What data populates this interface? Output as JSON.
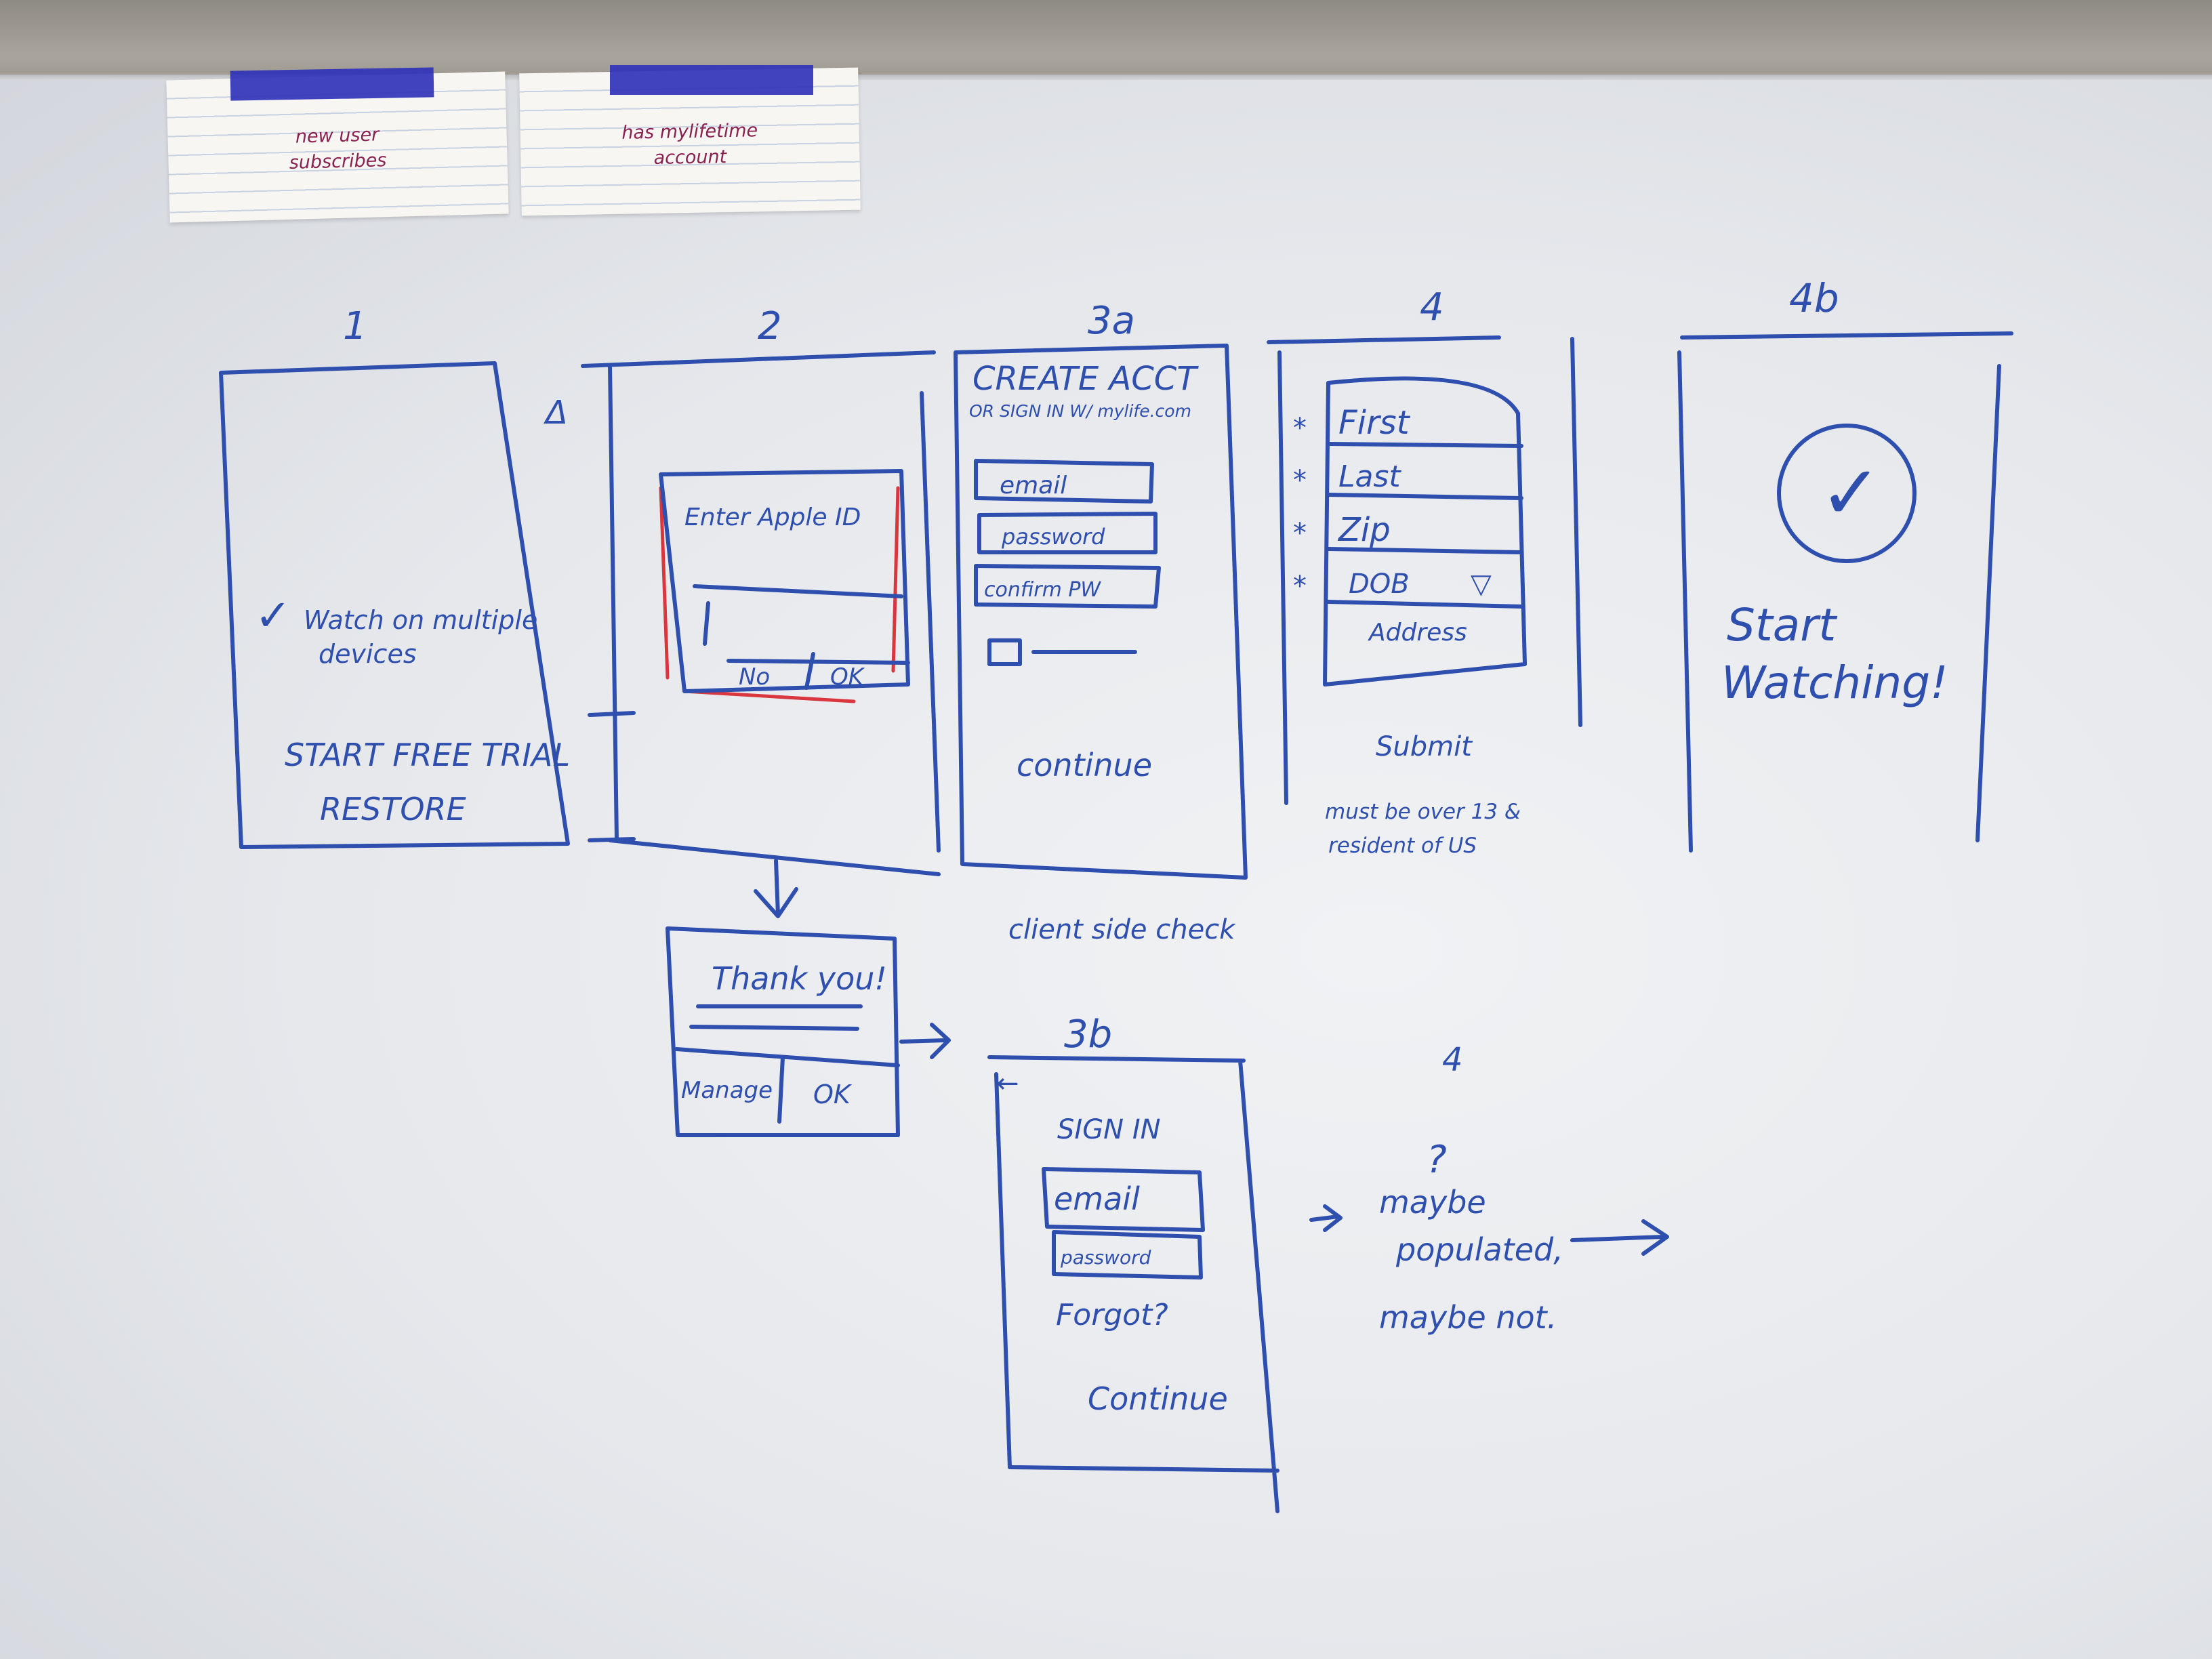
{
  "cards": [
    {
      "text_line1": "new user",
      "text_line2": "subscribes"
    },
    {
      "text_line1": "has mylifetime",
      "text_line2": "account"
    }
  ],
  "screens": {
    "s1": {
      "number": "1",
      "check_symbol": "✓",
      "feature_line1": "Watch on multiple",
      "feature_line2": "devices",
      "primary_action": "START FREE TRIAL",
      "secondary_action": "RESTORE",
      "side_marker": "Δ"
    },
    "s2": {
      "number": "2",
      "dialog_title": "Enter Apple ID",
      "dialog_buttons": [
        "No",
        "OK"
      ]
    },
    "s3a": {
      "number": "3a",
      "title": "CREATE ACCT",
      "subtitle": "OR SIGN IN W/ mylife.com",
      "fields": [
        "email",
        "password",
        "confirm PW"
      ],
      "continue_label": "continue",
      "note": "client side check"
    },
    "s4": {
      "number": "4",
      "fields": [
        "First",
        "Last",
        "Zip",
        "DOB",
        "Address"
      ],
      "required_mark": "*",
      "dropdown_mark": "▽",
      "submit_label": "Submit",
      "note_line1": "must be over 13 &",
      "note_line2": "resident of US"
    },
    "s4b": {
      "number": "4b",
      "check_symbol": "✓",
      "message_line1": "Start",
      "message_line2": "Watching!"
    },
    "thank_you": {
      "title": "Thank you!",
      "buttons": [
        "Manage",
        "OK"
      ]
    },
    "s3b": {
      "number": "3b",
      "back_arrow": "←",
      "title": "SIGN IN",
      "fields": [
        "email",
        "password"
      ],
      "forgot_label": "Forgot?",
      "continue_label": "Continue"
    },
    "s4_alt": {
      "number": "4",
      "question_mark": "?",
      "note_line1": "maybe",
      "note_line2": "populated,",
      "note_line3": "maybe not."
    }
  },
  "colors": {
    "marker_blue": "#2f4fae",
    "marker_red": "#d9363e",
    "card_ink": "#8a2150",
    "tape": "#3033b8"
  }
}
